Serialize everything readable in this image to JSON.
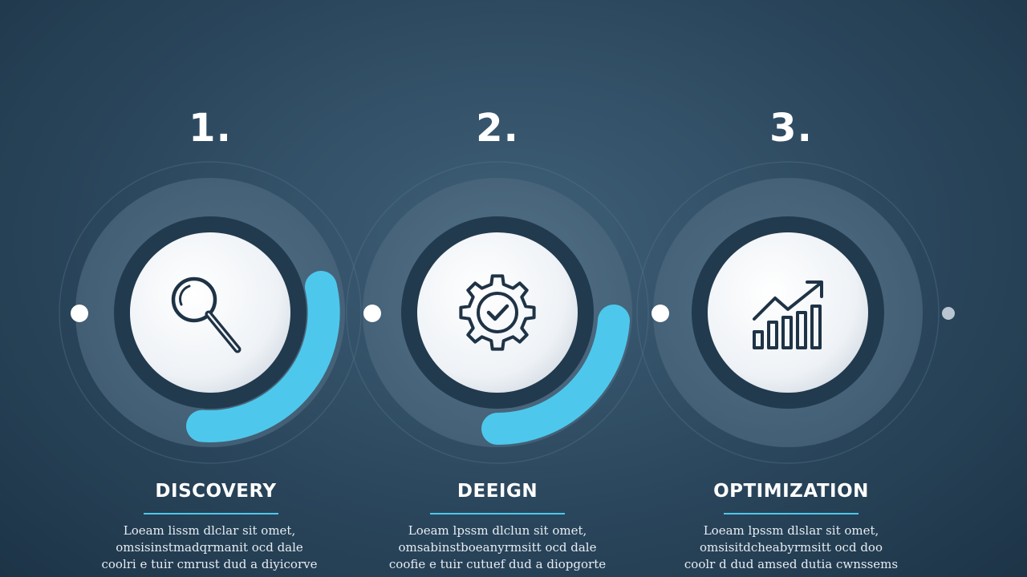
{
  "colors": {
    "background_center": "#3f6078",
    "background_edge": "#1d3447",
    "accent": "#4dc8ec",
    "icon_stroke": "#1f3346",
    "disc": "#f2f5f8"
  },
  "steps": [
    {
      "number": "1.",
      "title": "DISCOVERY",
      "icon": "magnifying-glass-icon",
      "lines": [
        "Loeam lissm dlclar sit omet,",
        "omsisinstmadqrmanit ocd dale",
        "coolri e tuir cmrust dud a diyicorve"
      ]
    },
    {
      "number": "2.",
      "title": "DEEIGN",
      "icon": "gear-check-icon",
      "lines": [
        "Loeam lpssm dlclun sit omet,",
        "omsabinstboeanyrmsitt ocd dale",
        "coofie e tuir cutuef dud a diopgorte"
      ]
    },
    {
      "number": "3.",
      "title": "OPTIMIZATION",
      "icon": "growth-chart-icon",
      "lines": [
        "Loeam lpssm dlslar sit omet,",
        "omsisitdcheabyrmsitt ocd doo",
        "coolr d dud amsed dutia cwnssems"
      ]
    }
  ]
}
